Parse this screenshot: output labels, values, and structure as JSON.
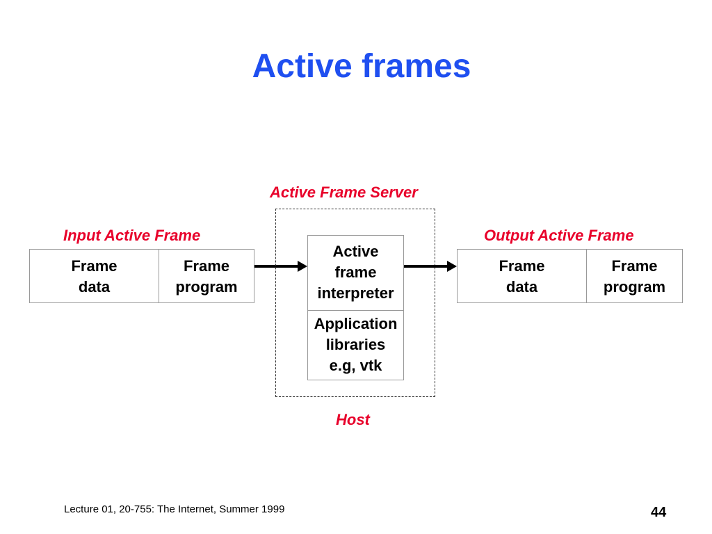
{
  "slide": {
    "title": "Active frames",
    "footer": "Lecture 01, 20-755: The Internet, Summer 1999",
    "page_number": "44"
  },
  "diagram": {
    "server_label": "Active Frame Server",
    "host_label": "Host",
    "input_frame": {
      "label": "Input Active Frame",
      "data_line1": "Frame",
      "data_line2": "data",
      "program_line1": "Frame",
      "program_line2": "program"
    },
    "output_frame": {
      "label": "Output Active Frame",
      "data_line1": "Frame",
      "data_line2": "data",
      "program_line1": "Frame",
      "program_line2": "program"
    },
    "interpreter": {
      "line1": "Active",
      "line2": "frame",
      "line3": "interpreter"
    },
    "libraries": {
      "line1": "Application",
      "line2": "libraries",
      "line3": "e.g, vtk"
    },
    "colors": {
      "title": "#1f4ff0",
      "labels": "#e8002a",
      "box_border": "#999999"
    }
  }
}
